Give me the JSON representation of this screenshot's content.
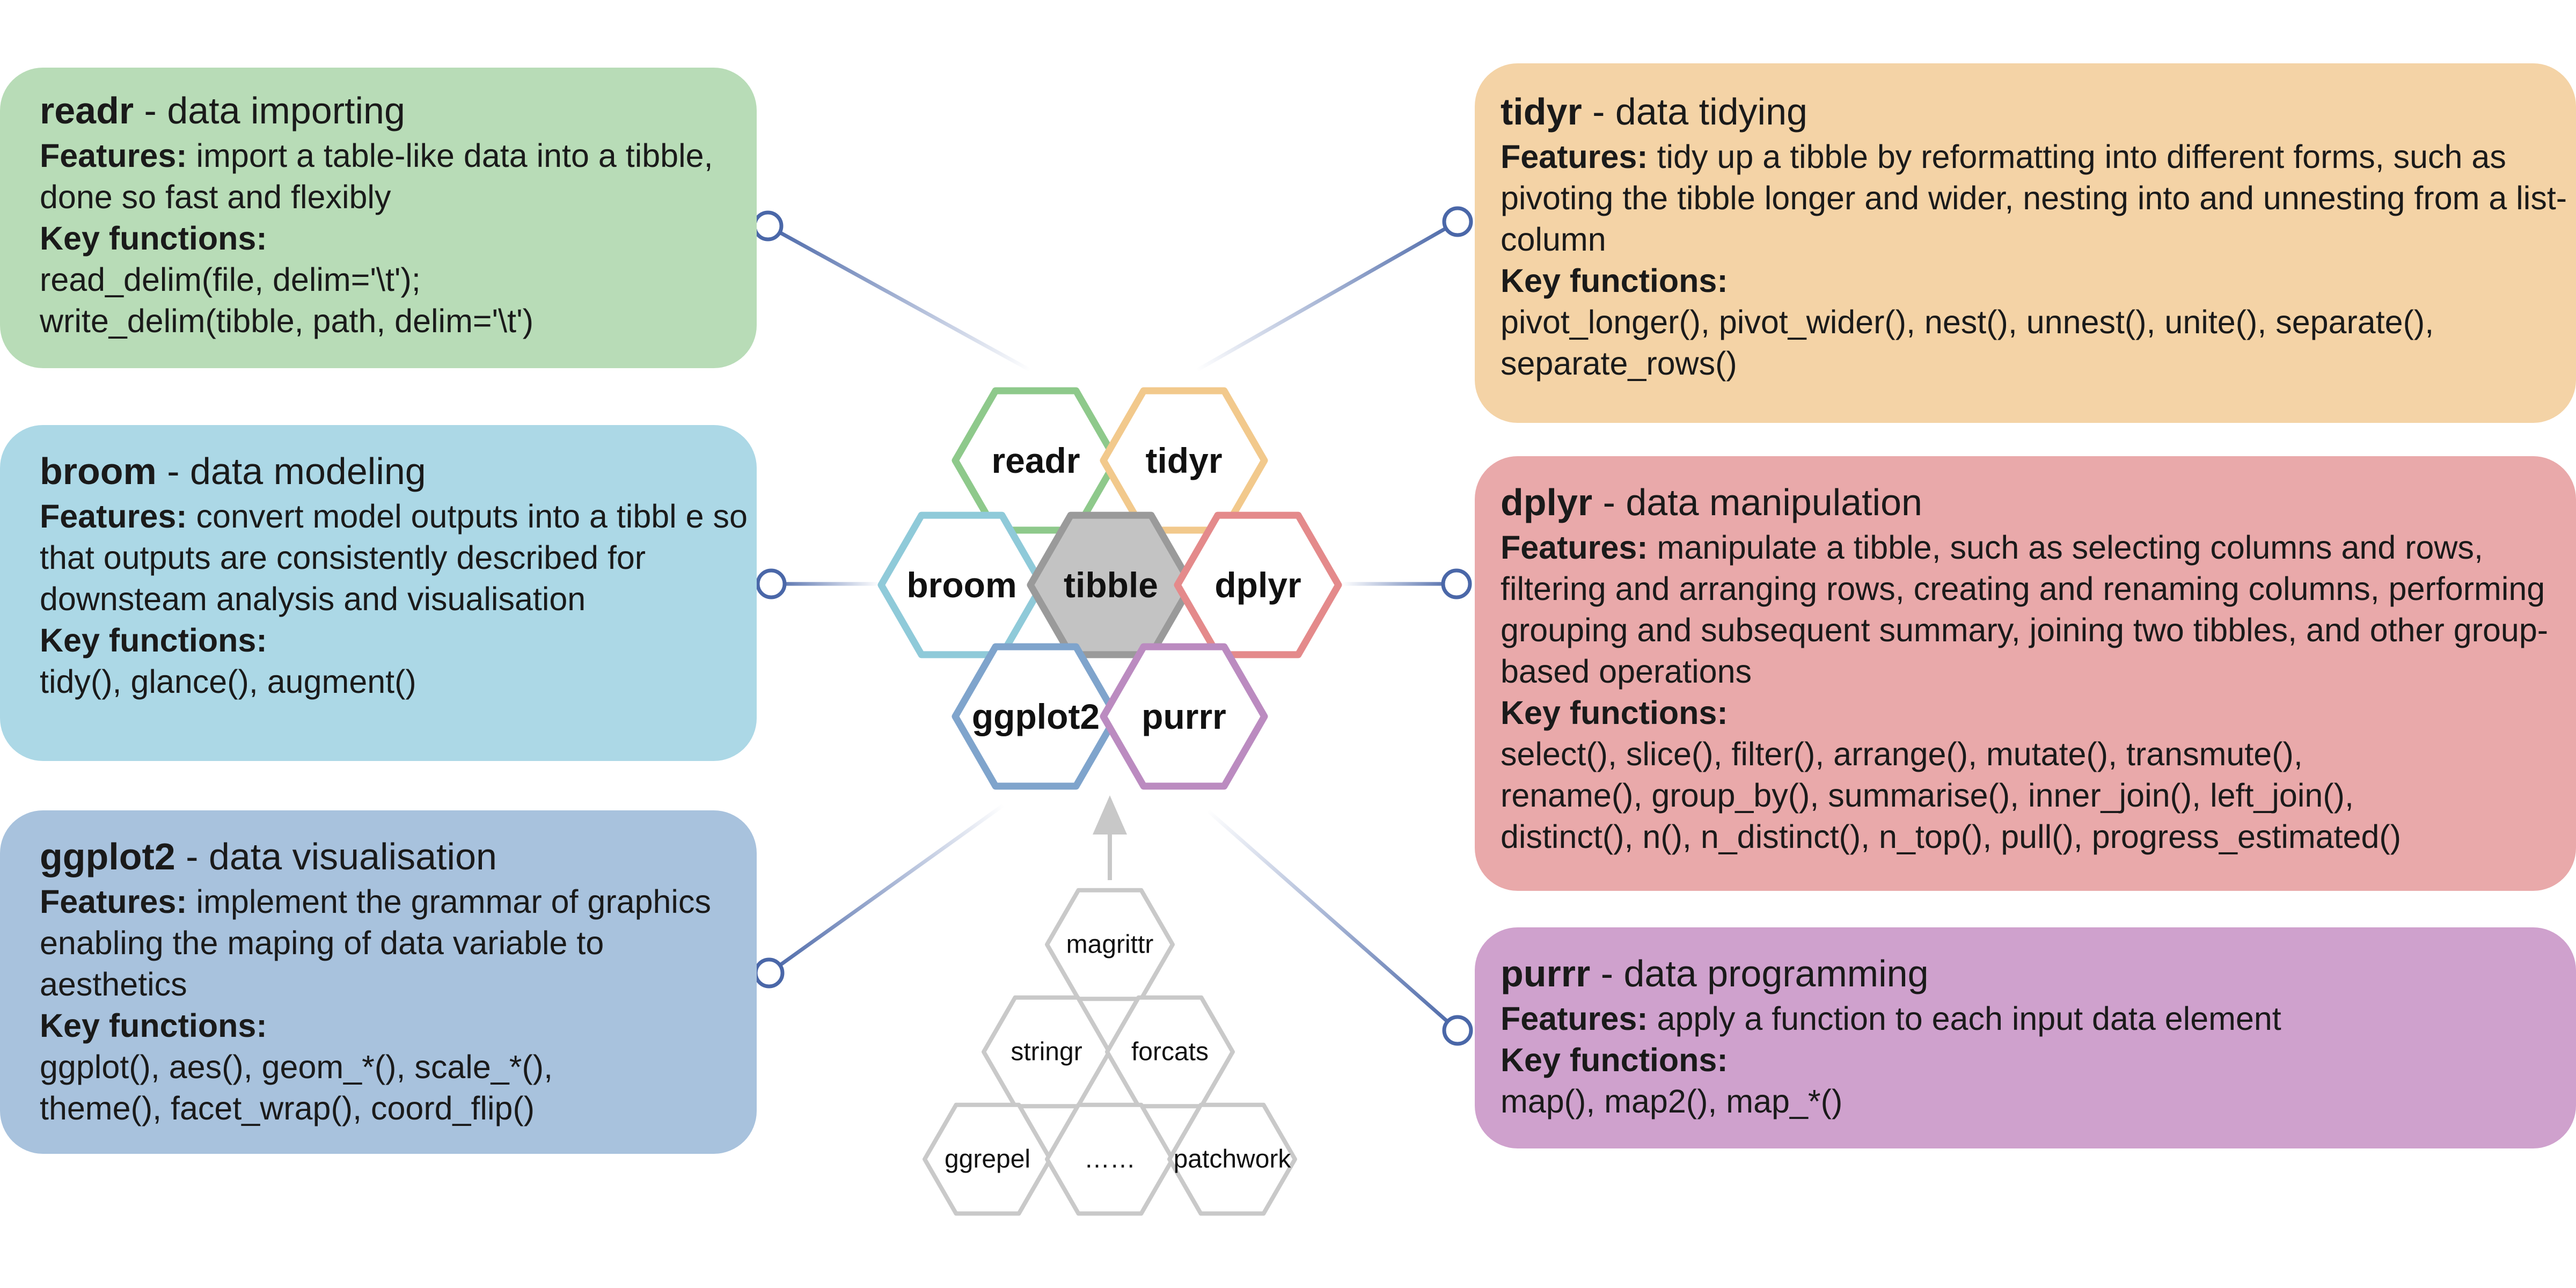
{
  "cards": {
    "readr": {
      "pkg": "readr",
      "subtitle": " - data importing",
      "features_label": "Features:",
      "features": " import a table-like data into a tibble, done so fast and flexibly",
      "key_label": "Key functions:",
      "functions": [
        "read_delim(file, delim='\\t');",
        "write_delim(tibble, path, delim='\\t')"
      ]
    },
    "broom": {
      "pkg": "broom",
      "subtitle": " - data modeling",
      "features_label": "Features:",
      "features": " convert model outputs into a tibbl e so that outputs are consistently described for downsteam analysis and visualisation",
      "key_label": "Key functions:",
      "functions": [
        "tidy(), glance(), augment()"
      ]
    },
    "ggplot2": {
      "pkg": "ggplot2",
      "subtitle": " - data visualisation",
      "features_label": "Features:",
      "features": " implement the grammar of graphics enabling the maping of data variable to aesthetics",
      "key_label": "Key functions:",
      "functions": [
        "ggplot(), aes(), geom_*(), scale_*(),",
        "theme(), facet_wrap(), coord_flip()"
      ]
    },
    "tidyr": {
      "pkg": "tidyr",
      "subtitle": " - data tidying",
      "features_label": "Features:",
      "features": " tidy up a tibble by reformatting into different forms, such as pivoting the tibble longer and wider, nesting into and unnesting from a list-column",
      "key_label": "Key functions:",
      "functions": [
        "pivot_longer(), pivot_wider(), nest(), unnest(), unite(), separate(),",
        "separate_rows()"
      ]
    },
    "dplyr": {
      "pkg": "dplyr",
      "subtitle": " - data manipulation",
      "features_label": "Features:",
      "features": " manipulate a tibble, such as selecting columns and rows, filtering and arranging rows, creating and renaming columns, performing grouping and subsequent summary, joining two tibbles, and other group-based operations",
      "key_label": "Key functions:",
      "functions": [
        "select(), slice(), filter(), arrange(), mutate(), transmute(),",
        "rename(), group_by(), summarise(), inner_join(), left_join(),",
        "distinct(), n(), n_distinct(), n_top(), pull(), progress_estimated()"
      ]
    },
    "purrr": {
      "pkg": "purrr",
      "subtitle": " - data programming",
      "features_label": "Features:",
      "features": " apply a function to each input data element",
      "key_label": "Key functions:",
      "functions": [
        "map(), map2(), map_*()"
      ]
    }
  },
  "hexes": {
    "core": [
      {
        "id": "readr",
        "label": "readr",
        "color": "#8ec98b"
      },
      {
        "id": "tidyr",
        "label": "tidyr",
        "color": "#f2c98c"
      },
      {
        "id": "broom",
        "label": "broom",
        "color": "#8fcad9"
      },
      {
        "id": "tibble",
        "label": "tibble",
        "color": "#9a9a9a",
        "fill": "#c3c3c3"
      },
      {
        "id": "dplyr",
        "label": "dplyr",
        "color": "#e48a8b"
      },
      {
        "id": "ggplot2",
        "label": "ggplot2",
        "color": "#7fa4cc"
      },
      {
        "id": "purrr",
        "label": "purrr",
        "color": "#bb8bc0"
      }
    ],
    "extras": [
      "magrittr",
      "stringr",
      "forcats",
      "ggrepel",
      "……",
      "patchwork"
    ]
  },
  "colors": {
    "connector": "#4a67a8",
    "extras_stroke": "#c9c9c9",
    "arrow": "#c8c8c8"
  }
}
